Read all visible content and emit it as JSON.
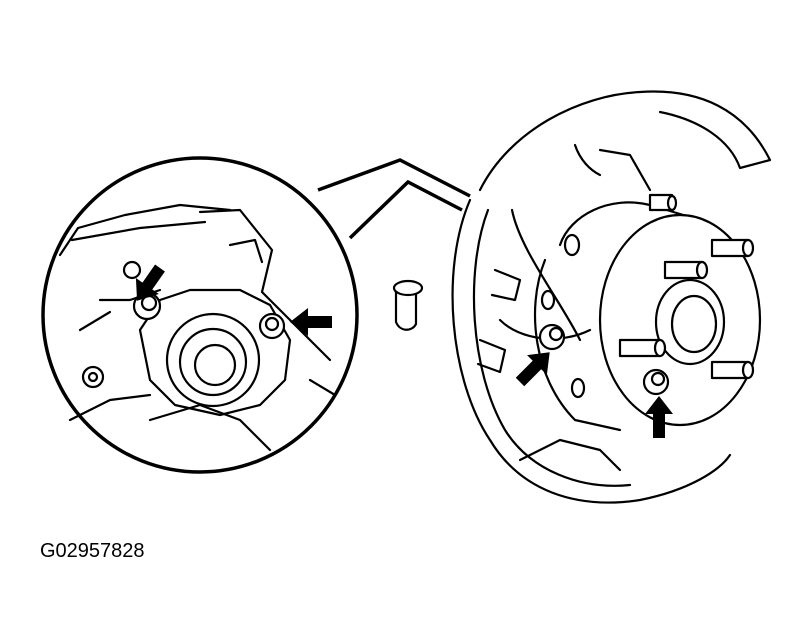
{
  "figure": {
    "id_label": "G02957828"
  },
  "callouts": {
    "detail_view": [
      "upper-bolt",
      "side-bolt"
    ],
    "main_view": [
      "hub-left-bolt",
      "hub-lower-bolt"
    ]
  }
}
